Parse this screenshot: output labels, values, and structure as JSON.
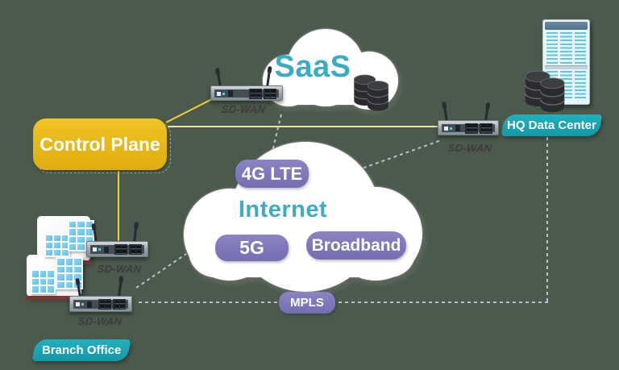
{
  "title": "SD-WAN network architecture diagram",
  "background_color": "#4B5A4D",
  "colors": {
    "accent_gold": "#E5B71A",
    "teal_badge": "#1BA9B5",
    "teal_text": "#3CACC3",
    "purple_badge": "#7E78BA",
    "line_yellow": "#F2CE3C",
    "line_pale_yellow": "#EDE49B",
    "line_dash_gray": "#BAC0CB"
  },
  "control_plane": {
    "label": "Control Plane"
  },
  "clouds": {
    "saas": {
      "label": "SaaS"
    },
    "internet": {
      "label": "Internet",
      "badges": {
        "lte": "4G LTE",
        "fiveg": "5G",
        "broadband": "Broadband"
      }
    }
  },
  "links": {
    "mpls_label": "MPLS"
  },
  "sites": {
    "hq": {
      "label": "HQ Data Center"
    },
    "branch": {
      "label": "Branch Office"
    }
  },
  "routers": {
    "saas_edge": "SD-WAN",
    "hq_edge": "SD-WAN",
    "branch_primary": "SD-WAN",
    "branch_secondary": "SD-WAN"
  }
}
